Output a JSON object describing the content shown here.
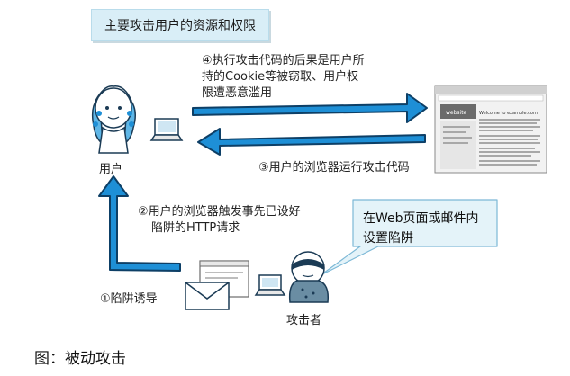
{
  "title": "主要攻击用户的资源和权限",
  "steps": {
    "step4_line1": "④执行攻击代码的后果是用户所",
    "step4_line2": "持的Cookie等被窃取、用户权",
    "step4_line3": "限遭恶意滥用",
    "step3": "③用户的浏览器运行攻击代码",
    "step2_line1": "②用户的浏览器触发事先已设好",
    "step2_line2": "陷阱的HTTP请求",
    "step1": "①陷阱诱导"
  },
  "actors": {
    "user": "用户",
    "attacker": "攻击者"
  },
  "callout": {
    "line1": "在Web页面或邮件内",
    "line2": "设置陷阱"
  },
  "website_screenshot": {
    "logo": "website",
    "heading": "Welcome to example.com"
  },
  "caption": "图：被动攻击",
  "colors": {
    "arrow": "#1e8fd6",
    "arrow_outline": "#0d3f66",
    "title_bg": "#d9eef7",
    "callout_bg": "#e4f3f9"
  }
}
